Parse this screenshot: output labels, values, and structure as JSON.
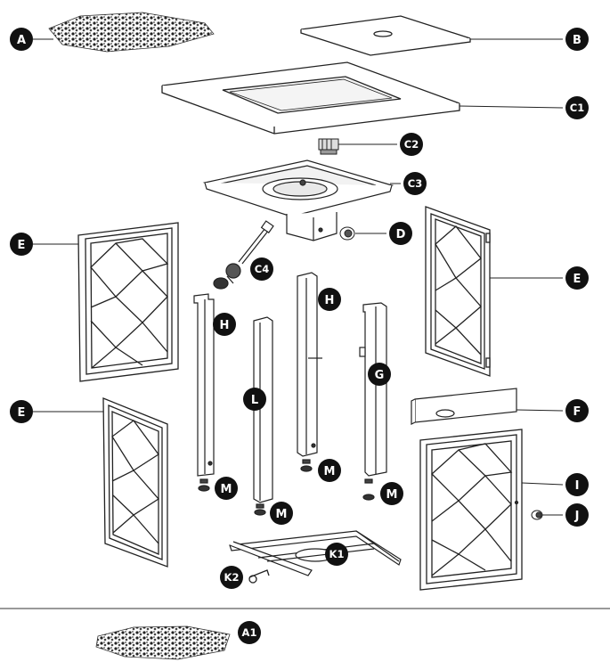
{
  "diagram": {
    "labels": {
      "A": "A",
      "A1": "A1",
      "B": "B",
      "C1": "C1",
      "C2": "C2",
      "C3": "C3",
      "C4": "C4",
      "D": "D",
      "E": "E",
      "F": "F",
      "G": "G",
      "H": "H",
      "I": "I",
      "J": "J",
      "K1": "K1",
      "K2": "K2",
      "L": "L",
      "M": "M"
    }
  }
}
